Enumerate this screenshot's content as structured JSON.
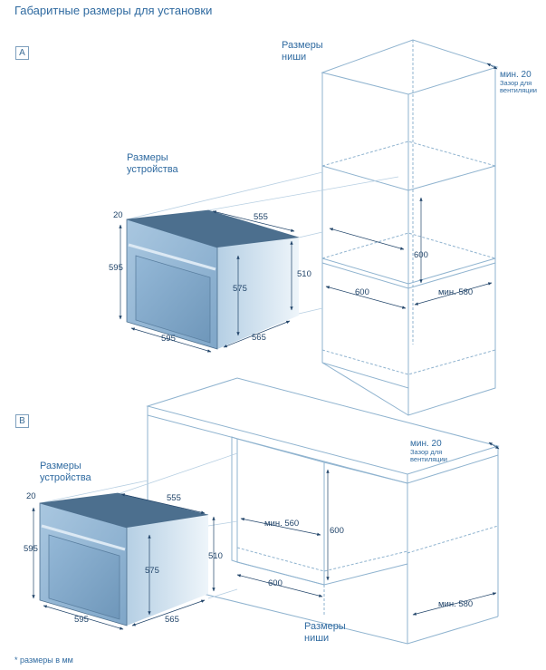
{
  "title": "Габаритные размеры для установки",
  "sections": {
    "a": "A",
    "b": "B"
  },
  "labels": {
    "niche_a": "Размеры\nниши",
    "device_a": "Размеры\nустройства",
    "device_b": "Размеры\nустройства",
    "niche_b": "Размеры\nниши",
    "gap_min": "мин. 20",
    "gap_note": "Зазор для\nвентиляции"
  },
  "dims_a": {
    "top_gap": "20",
    "depth_top": "555",
    "height_front": "595",
    "inner_height": "575",
    "side_height": "510",
    "width": "595",
    "depth_bottom": "565",
    "niche_height": "600",
    "niche_width": "600",
    "niche_depth": "мин. 580"
  },
  "dims_b": {
    "top_gap": "20",
    "depth_top": "555",
    "height_front": "595",
    "inner_height": "575",
    "side_height": "510",
    "width": "595",
    "depth_bottom": "565",
    "niche_inner_width": "мин. 560",
    "niche_height": "600",
    "niche_width": "600",
    "niche_depth": "мин. 580"
  },
  "footnote": "* размеры в мм",
  "colors": {
    "line": "#8fb3cf",
    "dim": "#22456a",
    "oven_front": "#8fb4d4",
    "oven_side": "#d4e4f0",
    "oven_top": "#4c6f8e"
  }
}
